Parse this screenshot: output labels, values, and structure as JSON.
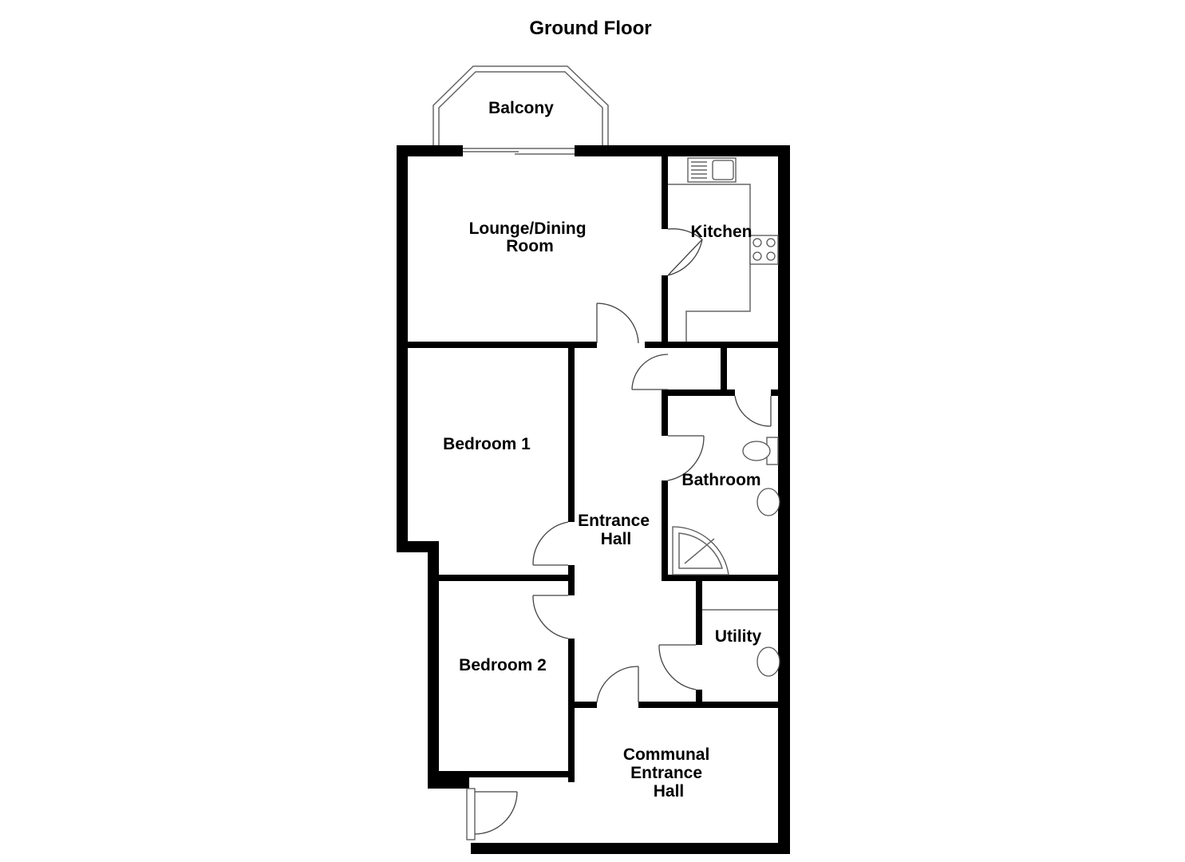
{
  "plan": {
    "title": "Ground Floor",
    "rooms": {
      "balcony": {
        "lines": [
          "Balcony"
        ]
      },
      "lounge": {
        "lines": [
          "Lounge/Dining",
          "Room"
        ]
      },
      "kitchen": {
        "lines": [
          "Kitchen"
        ]
      },
      "bedroom1": {
        "lines": [
          "Bedroom 1"
        ]
      },
      "bedroom2": {
        "lines": [
          "Bedroom 2"
        ]
      },
      "bathroom": {
        "lines": [
          "Bathroom"
        ]
      },
      "entrance_hall": {
        "lines": [
          "Entrance",
          "Hall"
        ]
      },
      "utility": {
        "lines": [
          "Utility"
        ]
      },
      "communal": {
        "lines": [
          "Communal",
          "Entrance",
          "Hall"
        ]
      }
    }
  },
  "colors": {
    "wall": "#000000",
    "fixture_stroke": "#555555",
    "background": "#ffffff"
  }
}
